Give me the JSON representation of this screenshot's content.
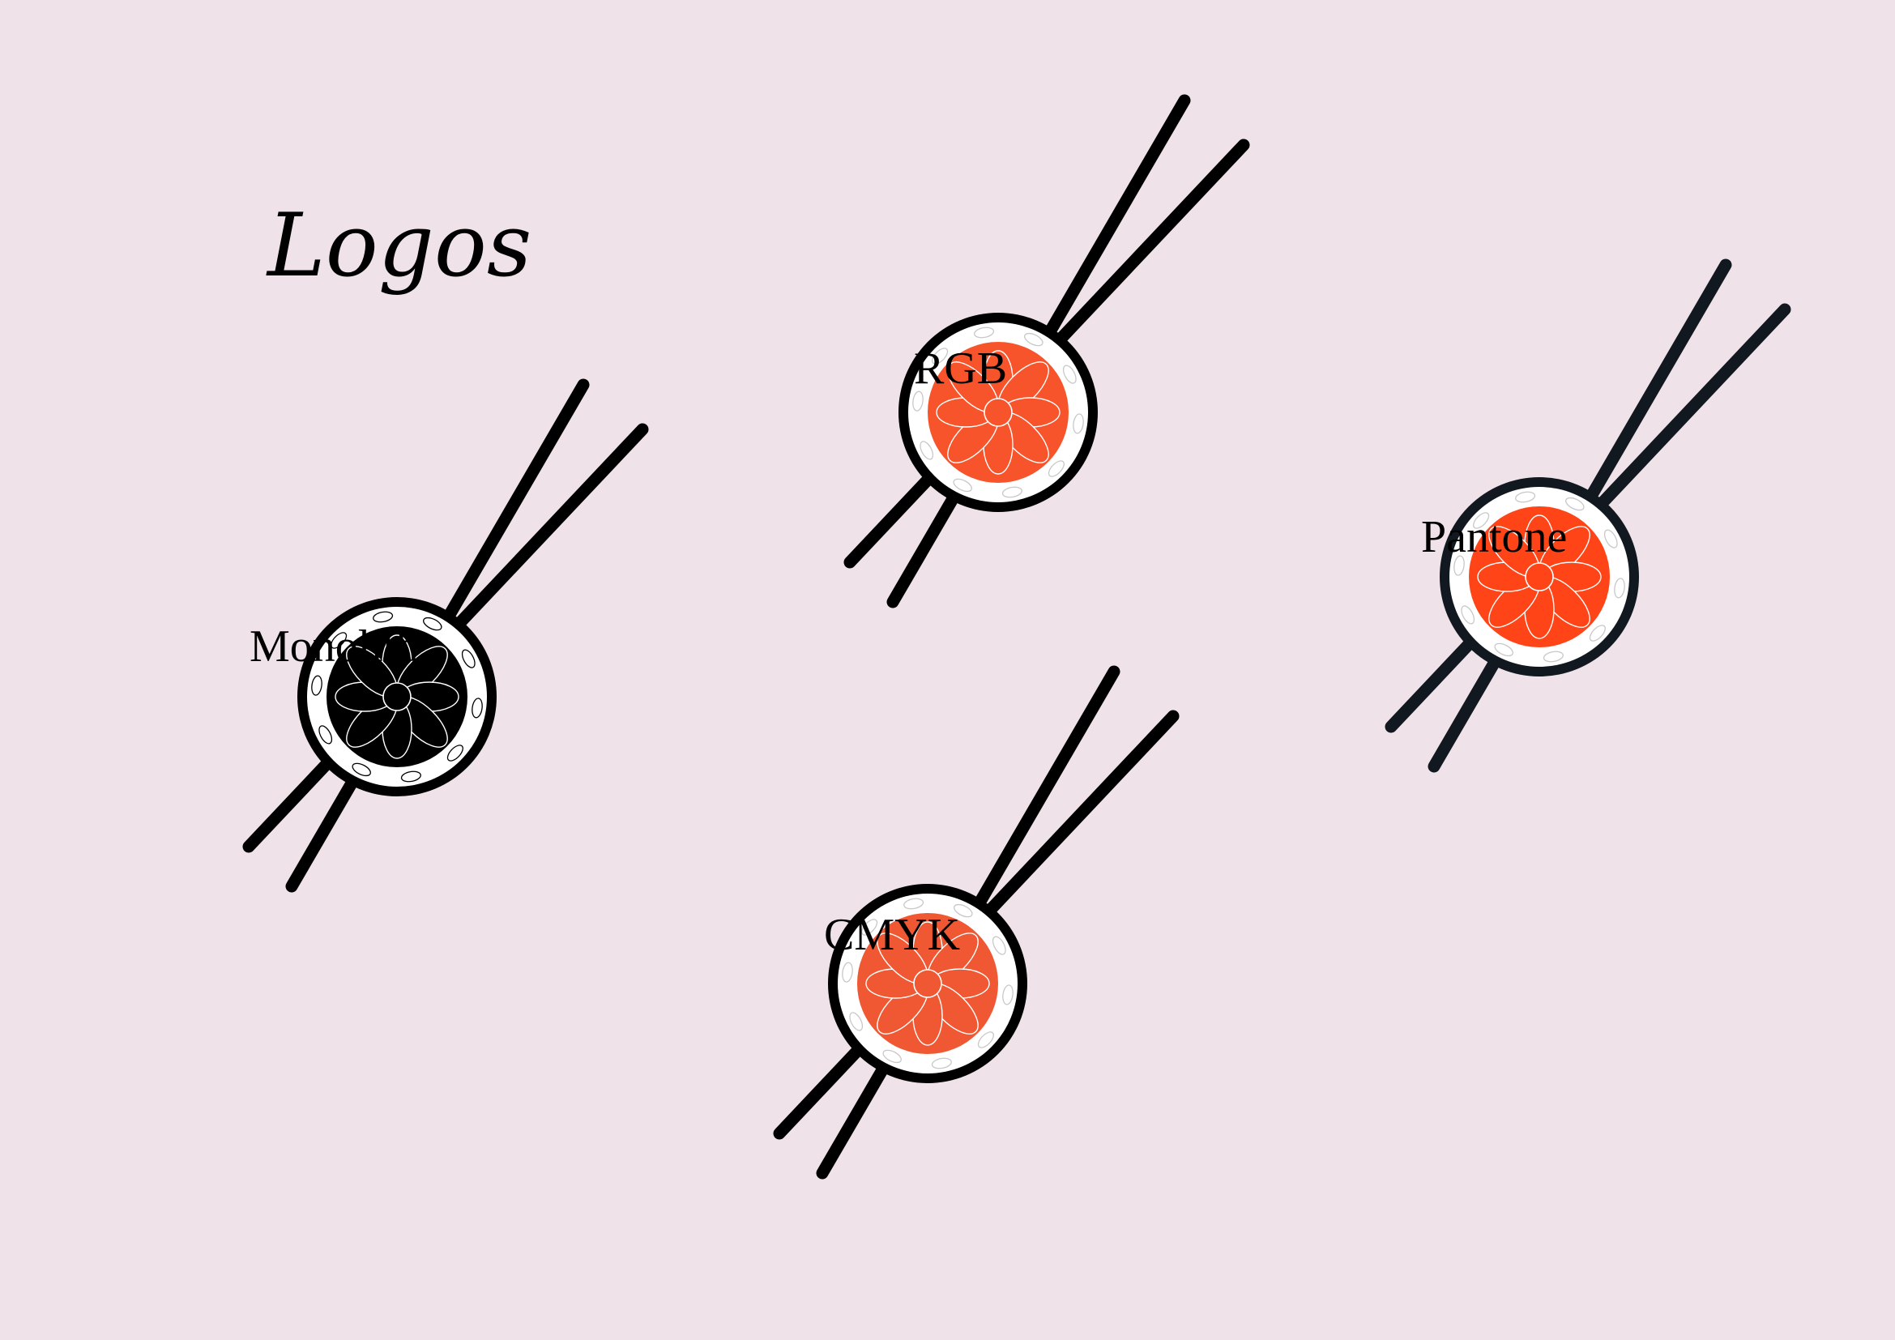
{
  "page": {
    "title": "Logos",
    "background_color": "#efe2e8"
  },
  "logos": [
    {
      "key": "monolith",
      "label": "Monolith",
      "fill_color": "#000000",
      "outline_color": "#000000",
      "icon": "sushi-roll-chopsticks-icon"
    },
    {
      "key": "rgb",
      "label": "RGB",
      "fill_color": "#f7542b",
      "outline_color": "#000000",
      "icon": "sushi-roll-chopsticks-icon"
    },
    {
      "key": "pantone",
      "label": "Pantone",
      "fill_color": "#ff4518",
      "outline_color": "#121820",
      "icon": "sushi-roll-chopsticks-icon"
    },
    {
      "key": "cmyk",
      "label": "CMYK",
      "fill_color": "#ef5832",
      "outline_color": "#000000",
      "icon": "sushi-roll-chopsticks-icon"
    }
  ]
}
